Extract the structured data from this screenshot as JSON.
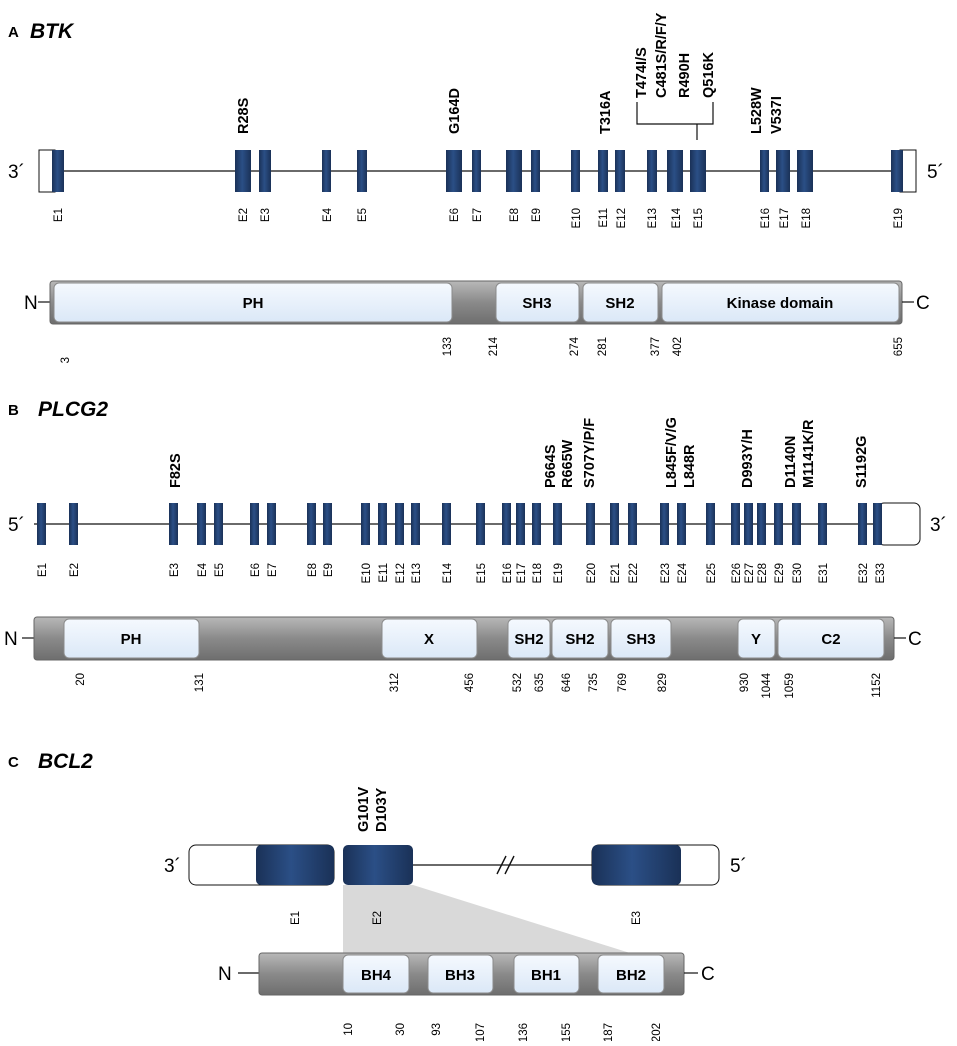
{
  "panels": {
    "a": {
      "letter": "A",
      "gene": "BTK",
      "gene_left_end": "3´",
      "gene_right_end": "5´",
      "mutations": [
        "R28S",
        "G164D",
        "T316A",
        "T474I/S",
        "C481S/R/F/Y",
        "R490H",
        "Q516K",
        "L528W",
        "V537I"
      ],
      "exons": [
        "E1",
        "E2",
        "E3",
        "E4",
        "E5",
        "E6",
        "E7",
        "E8",
        "E9",
        "E10",
        "E11",
        "E12",
        "E13",
        "E14",
        "E15",
        "E16",
        "E17",
        "E18",
        "E19"
      ],
      "protein_n": "N",
      "protein_c": "C",
      "domains": [
        "PH",
        "SH3",
        "SH2",
        "Kinase domain"
      ],
      "positions": [
        "3",
        "133",
        "214",
        "274",
        "281",
        "377",
        "402",
        "655"
      ]
    },
    "b": {
      "letter": "B",
      "gene": "PLCG2",
      "gene_left_end": "5´",
      "gene_right_end": "3´",
      "mutations": [
        "F82S",
        "P664S",
        "R665W",
        "S707Y/P/F",
        "L845F/V/G",
        "L848R",
        "D993Y/H",
        "D1140N",
        "M1141K/R",
        "S1192G"
      ],
      "exons": [
        "E1",
        "E2",
        "E3",
        "E4",
        "E5",
        "E6",
        "E7",
        "E8",
        "E9",
        "E10",
        "E11",
        "E12",
        "E13",
        "E14",
        "E15",
        "E16",
        "E17",
        "E18",
        "E19",
        "E20",
        "E21",
        "E22",
        "E23",
        "E24",
        "E25",
        "E26",
        "E27",
        "E28",
        "E29",
        "E30",
        "E31",
        "E32",
        "E33"
      ],
      "protein_n": "N",
      "protein_c": "C",
      "domains": [
        "PH",
        "X",
        "SH2",
        "SH2",
        "SH3",
        "Y",
        "C2"
      ],
      "positions": [
        "20",
        "131",
        "312",
        "456",
        "532",
        "635",
        "646",
        "735",
        "769",
        "829",
        "930",
        "1044",
        "1059",
        "1152"
      ]
    },
    "c": {
      "letter": "C",
      "gene": "BCL2",
      "gene_left_end": "3´",
      "gene_right_end": "5´",
      "mutations": [
        "G101V",
        "D103Y"
      ],
      "exons": [
        "E1",
        "E2",
        "E3"
      ],
      "protein_n": "N",
      "protein_c": "C",
      "domains": [
        "BH4",
        "BH3",
        "BH1",
        "BH2"
      ],
      "positions": [
        "10",
        "30",
        "93",
        "107",
        "136",
        "155",
        "187",
        "202"
      ]
    }
  },
  "colors": {
    "exon": "#23406e",
    "domain_fill": "#e8f1fb",
    "protein_backbone": "#8c8c8c",
    "projection": "#d9d9d9"
  }
}
